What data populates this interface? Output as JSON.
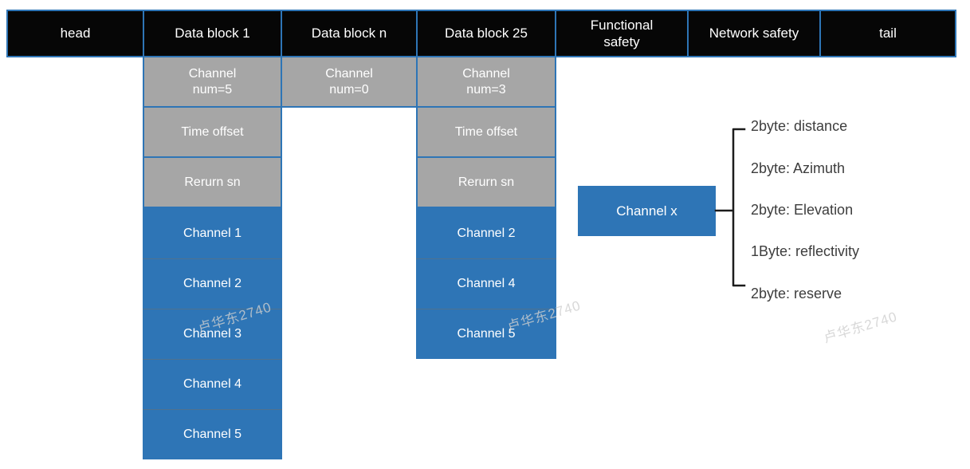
{
  "diagram": {
    "title": "lidar-packet-structure",
    "header": {
      "cells": [
        {
          "label": "head"
        },
        {
          "label": "Data block 1"
        },
        {
          "label": "Data block n"
        },
        {
          "label": "Data block 25"
        },
        {
          "label": "Functional\nsafety"
        },
        {
          "label": "Network safety"
        },
        {
          "label": "tail"
        }
      ]
    },
    "block1": {
      "meta": [
        "Channel\nnum=5",
        "Time offset",
        "Rerurn sn"
      ],
      "channels": [
        "Channel 1",
        "Channel 2",
        "Channel 3",
        "Channel 4",
        "Channel 5"
      ]
    },
    "block_n": {
      "meta": [
        "Channel\nnum=0"
      ]
    },
    "block25": {
      "meta": [
        "Channel\nnum=3",
        "Time offset",
        "Rerurn sn"
      ],
      "channels": [
        "Channel 2",
        "Channel 4",
        "Channel 5"
      ]
    },
    "channel_detail": {
      "box_label": "Channel x",
      "fields": [
        "2byte: distance",
        "2byte: Azimuth",
        "2byte: Elevation",
        "1Byte: reflectivity",
        "2byte: reserve"
      ]
    },
    "watermark": {
      "text": "卢华东2740"
    },
    "colors": {
      "accent_blue": "#2E75B6",
      "cell_gray": "#A6A6A6",
      "header_black": "#060606",
      "line_black": "#1C1C1C",
      "field_text": "#3D3D3D",
      "watermark_gray": "#CFCFCF"
    }
  }
}
